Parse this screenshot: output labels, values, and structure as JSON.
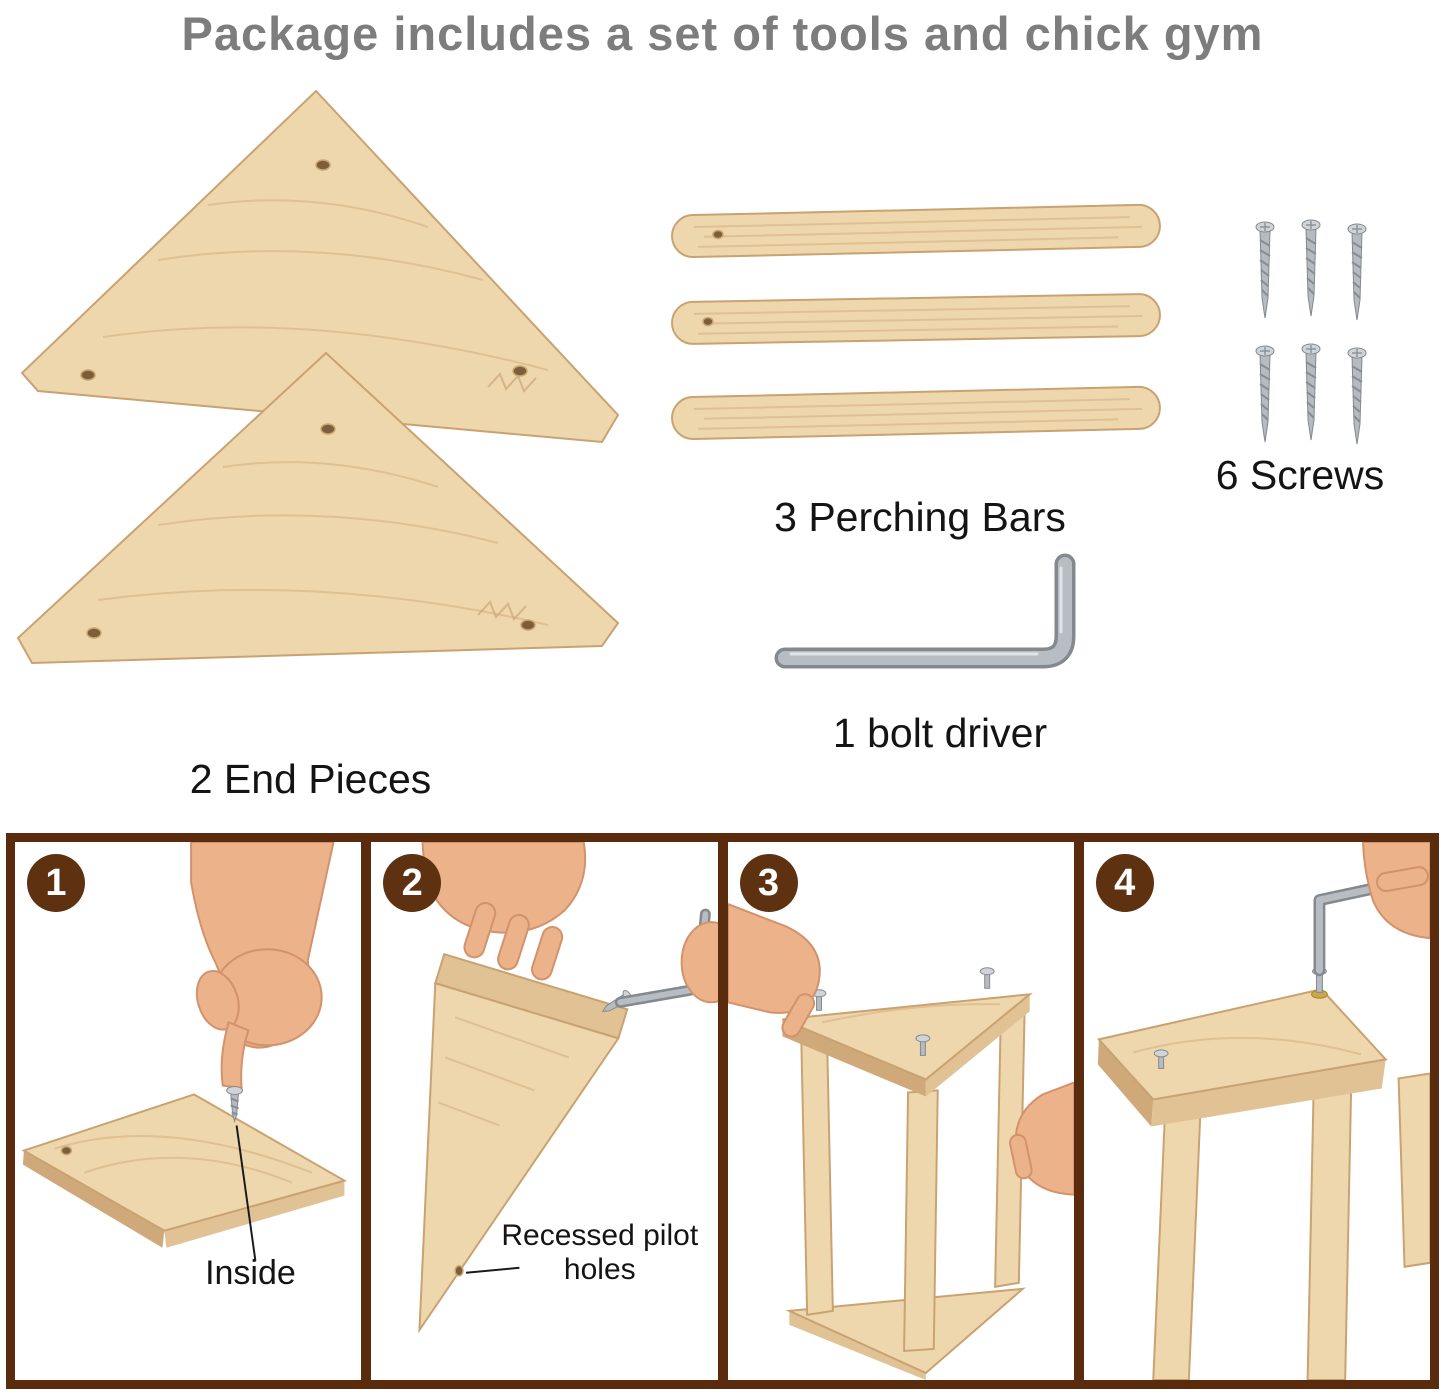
{
  "title": "Package includes a set of tools and chick gym",
  "parts": {
    "end_pieces": "2 End Pieces",
    "perching_bars": "3 Perching Bars",
    "screws": "6 Screws",
    "bolt_driver": "1 bolt driver"
  },
  "steps": [
    {
      "number": "1",
      "annotation": "Inside"
    },
    {
      "number": "2",
      "annotation": "Recessed pilot holes"
    },
    {
      "number": "3",
      "annotation": ""
    },
    {
      "number": "4",
      "annotation": ""
    }
  ],
  "colors": {
    "title_gray": "#7d7d7d",
    "text_dark": "#141414",
    "frame_brown": "#5a2c0d",
    "badge_brown": "#5e3111",
    "wood_light": "#eed7ad",
    "wood_mid": "#e0c294",
    "wood_dark": "#cfa97a",
    "wood_edge": "#c9a271",
    "wood_grain": "#d9b88a",
    "skin": "#ecb28a",
    "skin_edge": "#d2926b",
    "metal_light": "#b7bdc3",
    "metal_dark": "#83898f"
  }
}
